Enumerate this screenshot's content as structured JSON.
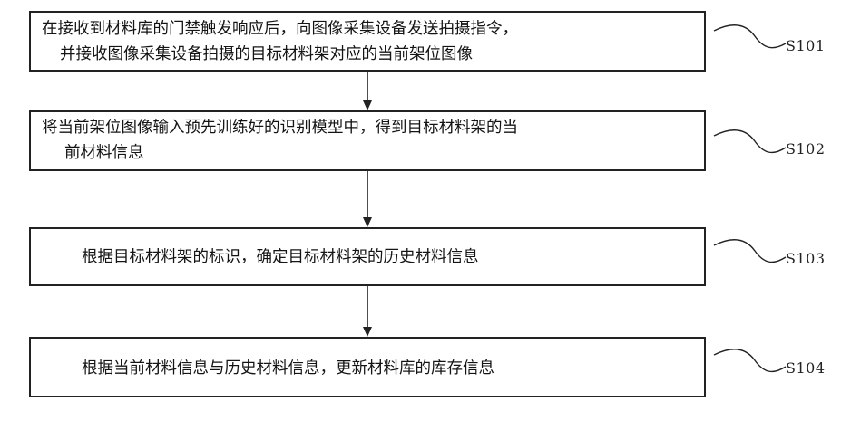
{
  "steps": [
    {
      "id": "S101",
      "lines": [
        "在接收到材料库的门禁触发响应后，向图像采集设备发送拍摄指令，",
        "并接收图像采集设备拍摄的目标材料架对应的当前架位图像"
      ]
    },
    {
      "id": "S102",
      "lines": [
        "将当前架位图像输入预先训练好的识别模型中，得到目标材料架的当",
        "前材料信息"
      ]
    },
    {
      "id": "S103",
      "lines": [
        "根据目标材料架的标识，确定目标材料架的历史材料信息"
      ]
    },
    {
      "id": "S104",
      "lines": [
        "根据当前材料信息与历史材料信息，更新材料库的库存信息"
      ]
    }
  ]
}
